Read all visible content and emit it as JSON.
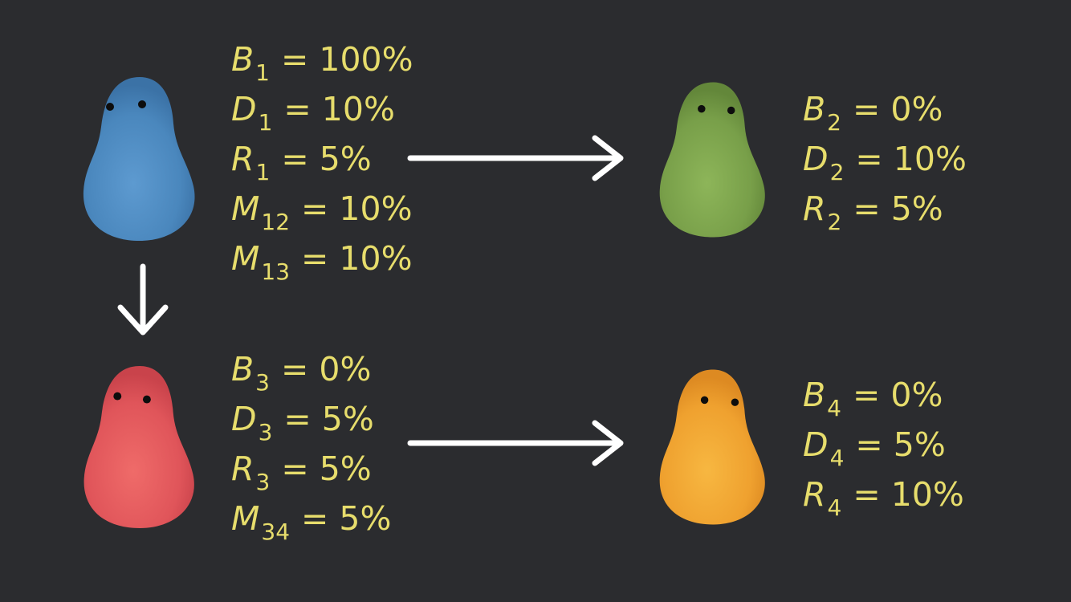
{
  "colors": {
    "background": "#2b2c2f",
    "text": "#e7dd6c",
    "arrow": "#ffffff",
    "blob_1": "#4a88bf",
    "blob_2": "#7ba24b",
    "blob_3": "#e4575a",
    "blob_4": "#f0a230"
  },
  "groups": [
    {
      "id": "population-1",
      "color": "blue",
      "equations": [
        {
          "sym": "B",
          "sub": "1",
          "rest": "= 100%"
        },
        {
          "sym": "D",
          "sub": "1",
          "rest": "= 10%"
        },
        {
          "sym": "R",
          "sub": "1",
          "rest": "= 5%"
        },
        {
          "sym": "M",
          "sub": "12",
          "rest": "= 10%"
        },
        {
          "sym": "M",
          "sub": "13",
          "rest": "= 10%"
        }
      ]
    },
    {
      "id": "population-2",
      "color": "green",
      "equations": [
        {
          "sym": "B",
          "sub": "2",
          "rest": "= 0%"
        },
        {
          "sym": "D",
          "sub": "2",
          "rest": "= 10%"
        },
        {
          "sym": "R",
          "sub": "2",
          "rest": "= 5%"
        }
      ]
    },
    {
      "id": "population-3",
      "color": "red",
      "equations": [
        {
          "sym": "B",
          "sub": "3",
          "rest": "= 0%"
        },
        {
          "sym": "D",
          "sub": "3",
          "rest": "= 5%"
        },
        {
          "sym": "R",
          "sub": "3",
          "rest": "= 5%"
        },
        {
          "sym": "M",
          "sub": "34",
          "rest": "= 5%"
        }
      ]
    },
    {
      "id": "population-4",
      "color": "orange",
      "equations": [
        {
          "sym": "B",
          "sub": "4",
          "rest": "= 0%"
        },
        {
          "sym": "D",
          "sub": "4",
          "rest": "= 5%"
        },
        {
          "sym": "R",
          "sub": "4",
          "rest": "= 10%"
        }
      ]
    }
  ],
  "arrows": [
    {
      "from": "population-1",
      "to": "population-2",
      "direction": "right"
    },
    {
      "from": "population-1",
      "to": "population-3",
      "direction": "down"
    },
    {
      "from": "population-3",
      "to": "population-4",
      "direction": "right"
    }
  ]
}
